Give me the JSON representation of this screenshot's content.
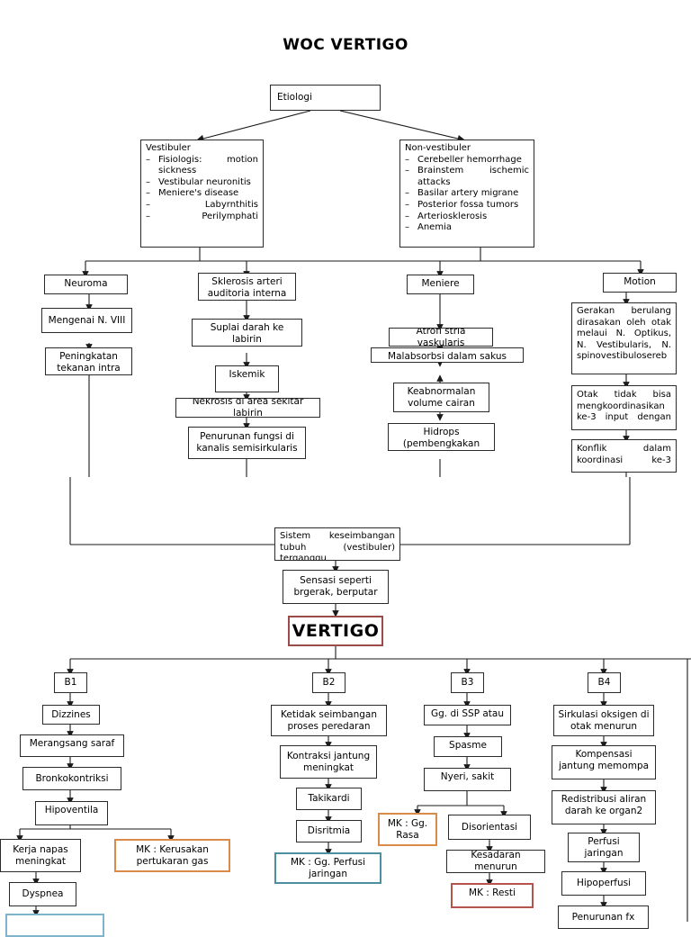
{
  "page": {
    "title": "WOC VERTIGO",
    "accent_colors": {
      "vertigo_border": "#9c4b4b",
      "mk_orange": "#d98b4a",
      "mk_teal": "#4b8fa0",
      "mk_red": "#b5534f",
      "mk_blue": "#7fb4cc",
      "box_border": "#2b2b2b"
    }
  },
  "etiologi": {
    "label": "Etiologi"
  },
  "vestibuler": {
    "heading": "Vestibuler",
    "items": [
      "Fisiologis: motion sickness",
      "Vestibular neuronitis",
      "Meniere's disease",
      "Labyrnthitis",
      "Perilymphati"
    ]
  },
  "non_vestibuler": {
    "heading": "Non-vestibuler",
    "items": [
      "Cerebeller hemorrhage",
      "Brainstem ischemic attacks",
      "Basilar artery migrane",
      "Posterior fossa tumors",
      "Arteriosklerosis",
      "Anemia"
    ]
  },
  "col_neuroma": [
    {
      "text": "Neuroma"
    },
    {
      "text": "Mengenai N. VIII"
    },
    {
      "text": "Peningkatan\ntekanan intra"
    }
  ],
  "col_sklerosis": [
    {
      "text": "Sklerosis arteri\nauditoria interna"
    },
    {
      "text": "Suplai darah ke labirin\nmenurun"
    },
    {
      "text": "Iskemik"
    },
    {
      "text": "Nekrosis di area sekitar labirin"
    },
    {
      "text": "Penurunan fungsi di\nkanalis semisirkularis"
    }
  ],
  "col_meniere": [
    {
      "text": "Meniere"
    },
    {
      "text": "Atrofi stria vaskularis"
    },
    {
      "text": "Malabsorbsi dalam sakus"
    },
    {
      "text": "Keabnormalan\nvolume cairan"
    },
    {
      "text": "Hidrops\n(pembengkakan"
    }
  ],
  "col_motion": [
    {
      "text": "Motion"
    },
    {
      "lines": [
        "Gerakan berulang",
        "dirasakan oleh otak",
        "melaui N. Optikus,",
        "N. Vestibularis, N.",
        "spinovestibulosereb"
      ]
    },
    {
      "lines": [
        "Otak tidak bisa",
        "mengkoordinasikan",
        "ke-3 input dengan"
      ]
    },
    {
      "lines": [
        "Konflik dalam",
        "koordinasi ke-3"
      ]
    }
  ],
  "center": {
    "sistem": [
      "Sistem keseimbangan",
      "tubuh (vestibuler)",
      "terganggu"
    ],
    "sensasi": "Sensasi seperti\nbrgerak, berputar",
    "vertigo": "VERTIGO"
  },
  "branches": {
    "b1": "B1",
    "b2": "B2",
    "b3": "B3",
    "b4": "B4"
  },
  "col_b1": [
    {
      "text": "Dizzines"
    },
    {
      "text": "Merangsang saraf"
    },
    {
      "text": "Bronkokontriksi"
    },
    {
      "text": "Hipoventila"
    },
    {
      "text": "Kerja napas\nmeningkat"
    },
    {
      "text": "MK : Kerusakan\npertukaran gas",
      "style": "mk-orange"
    },
    {
      "text": "Dyspnea"
    }
  ],
  "col_b2": [
    {
      "text": "Ketidak seimbangan\nproses peredaran"
    },
    {
      "text": "Kontraksi jantung\nmeningkat"
    },
    {
      "text": "Takikardi"
    },
    {
      "text": "Disritmia"
    },
    {
      "text": "MK : Gg. Perfusi\njaringan",
      "style": "mk-teal"
    }
  ],
  "col_b3": [
    {
      "text": "Gg. di SSP atau"
    },
    {
      "text": "Spasme"
    },
    {
      "text": "Nyeri, sakit"
    },
    {
      "text": "MK : Gg.\nRasa",
      "style": "mk-orange"
    },
    {
      "text": "Disorientasi"
    },
    {
      "text": "Kesadaran menurun"
    },
    {
      "text": "MK : Resti",
      "style": "mk-red"
    }
  ],
  "col_b4": [
    {
      "text": "Sirkulasi oksigen di\notak menurun"
    },
    {
      "text": "Kompensasi\njantung memompa"
    },
    {
      "text": "Redistribusi aliran\ndarah ke organ2"
    },
    {
      "text": "Perfusi\njaringan"
    },
    {
      "text": "Hipoperfusi"
    },
    {
      "text": "Penurunan fx"
    }
  ]
}
